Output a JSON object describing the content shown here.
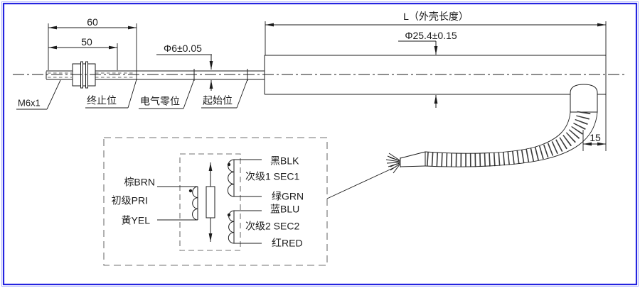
{
  "drawing": {
    "frame": {
      "border_color": "#2424e0"
    },
    "upper_view": {
      "dim_60": "60",
      "dim_50": "50",
      "thread_label": "M6x1",
      "rod_dia_label": "Φ6±0.05",
      "housing_len_label": "L（外壳长度）",
      "housing_dia_label": "Φ25.4±0.15",
      "gland_dim": "15",
      "pos_end": "终止位",
      "pos_zero": "电气零位",
      "pos_start": "起始位"
    },
    "schematic": {
      "pri_wire_top": "棕BRN",
      "pri_label": "初级PRI",
      "pri_wire_bottom": "黄YEL",
      "sec1_wire_top": "黑BLK",
      "sec1_label": "次级1 SEC1",
      "sec1_wire_bottom": "绿GRN",
      "sec2_wire_top": "蓝BLU",
      "sec2_label": "次级2 SEC2",
      "sec2_wire_bottom": "红RED"
    }
  }
}
